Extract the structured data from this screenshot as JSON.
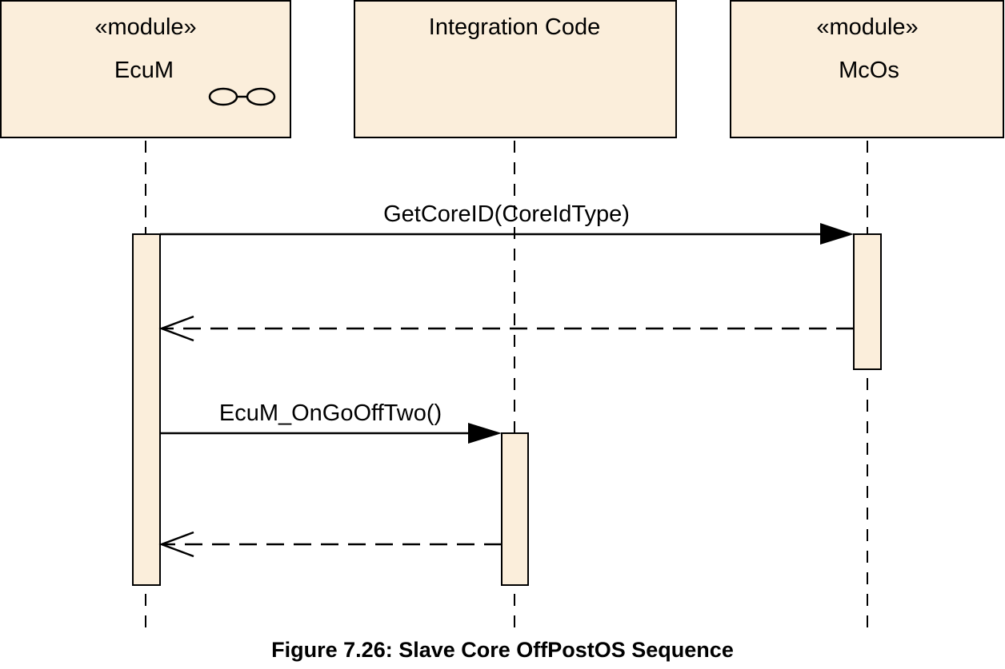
{
  "colors": {
    "box_fill": "#fbeedb",
    "stroke": "#000000",
    "background": "#ffffff"
  },
  "lifelines": [
    {
      "id": "ecum",
      "stereotype": "«module»",
      "name": "EcuM",
      "icon": "glasses-icon"
    },
    {
      "id": "integration",
      "stereotype": "",
      "name": "Integration Code",
      "icon": ""
    },
    {
      "id": "mcos",
      "stereotype": "«module»",
      "name": "McOs",
      "icon": ""
    }
  ],
  "messages": [
    {
      "id": "getcoreid",
      "label": "GetCoreID(CoreIdType)",
      "from": "ecum",
      "to": "mcos",
      "kind": "call"
    },
    {
      "id": "getcoreid-return",
      "label": "",
      "from": "mcos",
      "to": "ecum",
      "kind": "return"
    },
    {
      "id": "ongoofftwo",
      "label": "EcuM_OnGoOffTwo()",
      "from": "ecum",
      "to": "integration",
      "kind": "call"
    },
    {
      "id": "ongoofftwo-return",
      "label": "",
      "from": "integration",
      "to": "ecum",
      "kind": "return"
    }
  ],
  "caption": "Figure 7.26: Slave Core OffPostOS Sequence"
}
